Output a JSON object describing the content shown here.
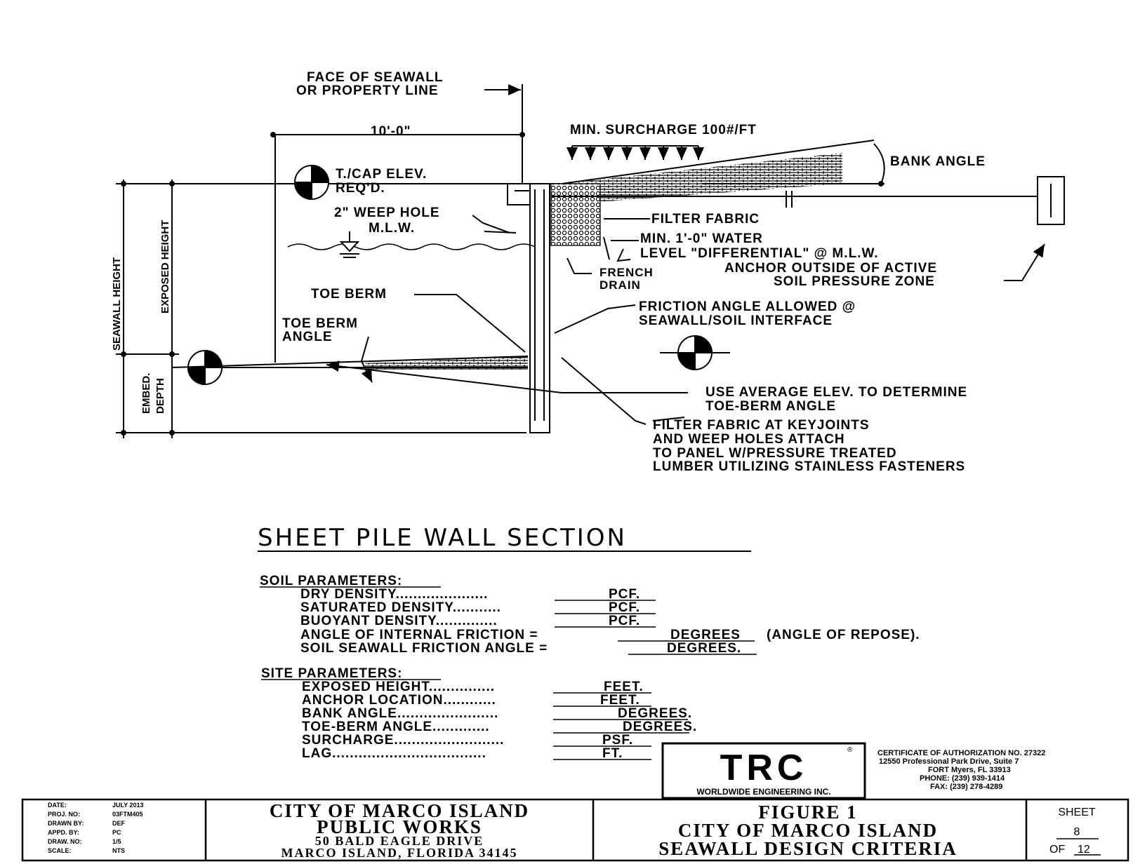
{
  "labels": {
    "face_of_seawall_1": "FACE OF SEAWALL",
    "face_of_seawall_2": "OR PROPERTY LINE",
    "dim_10ft": "10'-0\"",
    "min_surcharge": "MIN. SURCHARGE 100#/FT",
    "bank_angle": "BANK ANGLE",
    "tcap_1": "T./CAP ELEV.",
    "tcap_2": "REQ'D.",
    "weep_hole": "2\" WEEP HOLE",
    "mlw": "M.L.W.",
    "filter_fabric": "FILTER FABRIC",
    "min_water_1": "MIN. 1'-0\" WATER",
    "min_water_2": "LEVEL \"DIFFERENTIAL\" @ M.L.W.",
    "anchor_1": "ANCHOR OUTSIDE OF ACTIVE",
    "anchor_2": "SOIL PRESSURE ZONE",
    "french_1": "FRENCH",
    "french_2": "DRAIN",
    "toe_berm": "TOE BERM",
    "toe_berm_angle_1": "TOE BERM",
    "toe_berm_angle_2": "ANGLE",
    "friction_1": "FRICTION ANGLE ALLOWED @",
    "friction_2": "SEAWALL/SOIL INTERFACE",
    "use_avg_1": "USE AVERAGE ELEV. TO DETERMINE",
    "use_avg_2": "TOE-BERM ANGLE",
    "filter_key_1": "FILTER FABRIC AT KEYJOINTS",
    "filter_key_2": "AND WEEP HOLES ATTACH",
    "filter_key_3": "TO PANEL W/PRESSURE TREATED",
    "filter_key_4": "LUMBER UTILIZING STAINLESS FASTENERS",
    "seawall_height": "SEAWALL HEIGHT",
    "exposed_height": "EXPOSED HEIGHT",
    "embed_1": "EMBED.",
    "embed_2": "DEPTH"
  },
  "section_title": "SHEET PILE WALL SECTION",
  "soil": {
    "heading": "SOIL PARAMETERS:",
    "dry": "DRY DENSITY.....................",
    "dry_unit": "PCF.",
    "sat": "SATURATED DENSITY...........",
    "sat_unit": "PCF.",
    "buoy": "BUOYANT DENSITY..............",
    "buoy_unit": "PCF.",
    "angle": "ANGLE OF INTERNAL FRICTION =",
    "angle_unit": "DEGREES",
    "angle_note": "(ANGLE OF REPOSE).",
    "ssf": "SOIL SEAWALL FRICTION ANGLE =",
    "ssf_unit": "DEGREES."
  },
  "site": {
    "heading": "SITE PARAMETERS:",
    "exposed": "EXPOSED HEIGHT...............",
    "exposed_unit": "FEET.",
    "anchor": "ANCHOR LOCATION............",
    "anchor_unit": "FEET.",
    "bank": "BANK ANGLE.......................",
    "bank_unit": "DEGREES.",
    "toe": "TOE-BERM ANGLE.............",
    "toe_unit": "DEGREES.",
    "surcharge": "SURCHARGE.........................",
    "surcharge_unit": "PSF.",
    "lag": "LAG...................................",
    "lag_unit": "FT."
  },
  "logo": {
    "mark": "TRC",
    "sub": "WORLDWIDE ENGINEERING INC.",
    "reg": "®"
  },
  "cert": {
    "line1": "CERTIFICATE OF AUTHORIZATION NO. 27322",
    "line2": "12550 Professional Park Drive, Suite 7",
    "line3": "FORT Myers, FL 33913",
    "line4": "PHONE: (239) 939-1414",
    "line5": "FAX: (239) 278-4289"
  },
  "titleblock": {
    "date_k": "DATE:",
    "date_v": "JULY 2013",
    "proj_k": "PROJ. NO:",
    "proj_v": "03FTM405",
    "drawn_k": "DRAWN BY:",
    "drawn_v": "DEF",
    "appd_k": "APPD. BY:",
    "appd_v": "PC",
    "draw_k": "DRAW. NO:",
    "draw_v": "1/5",
    "scale_k": "SCALE:",
    "scale_v": "NTS",
    "city_1": "CITY OF MARCO ISLAND",
    "city_2": "PUBLIC WORKS",
    "city_3": "50 BALD EAGLE DRIVE",
    "city_4": "MARCO ISLAND, FLORIDA 34145",
    "fig_1": "FIGURE 1",
    "fig_2": "CITY OF MARCO ISLAND",
    "fig_3": "SEAWALL DESIGN CRITERIA",
    "sheet_k": "SHEET",
    "sheet_no": "8",
    "sheet_of": "OF",
    "sheet_total": "12"
  }
}
